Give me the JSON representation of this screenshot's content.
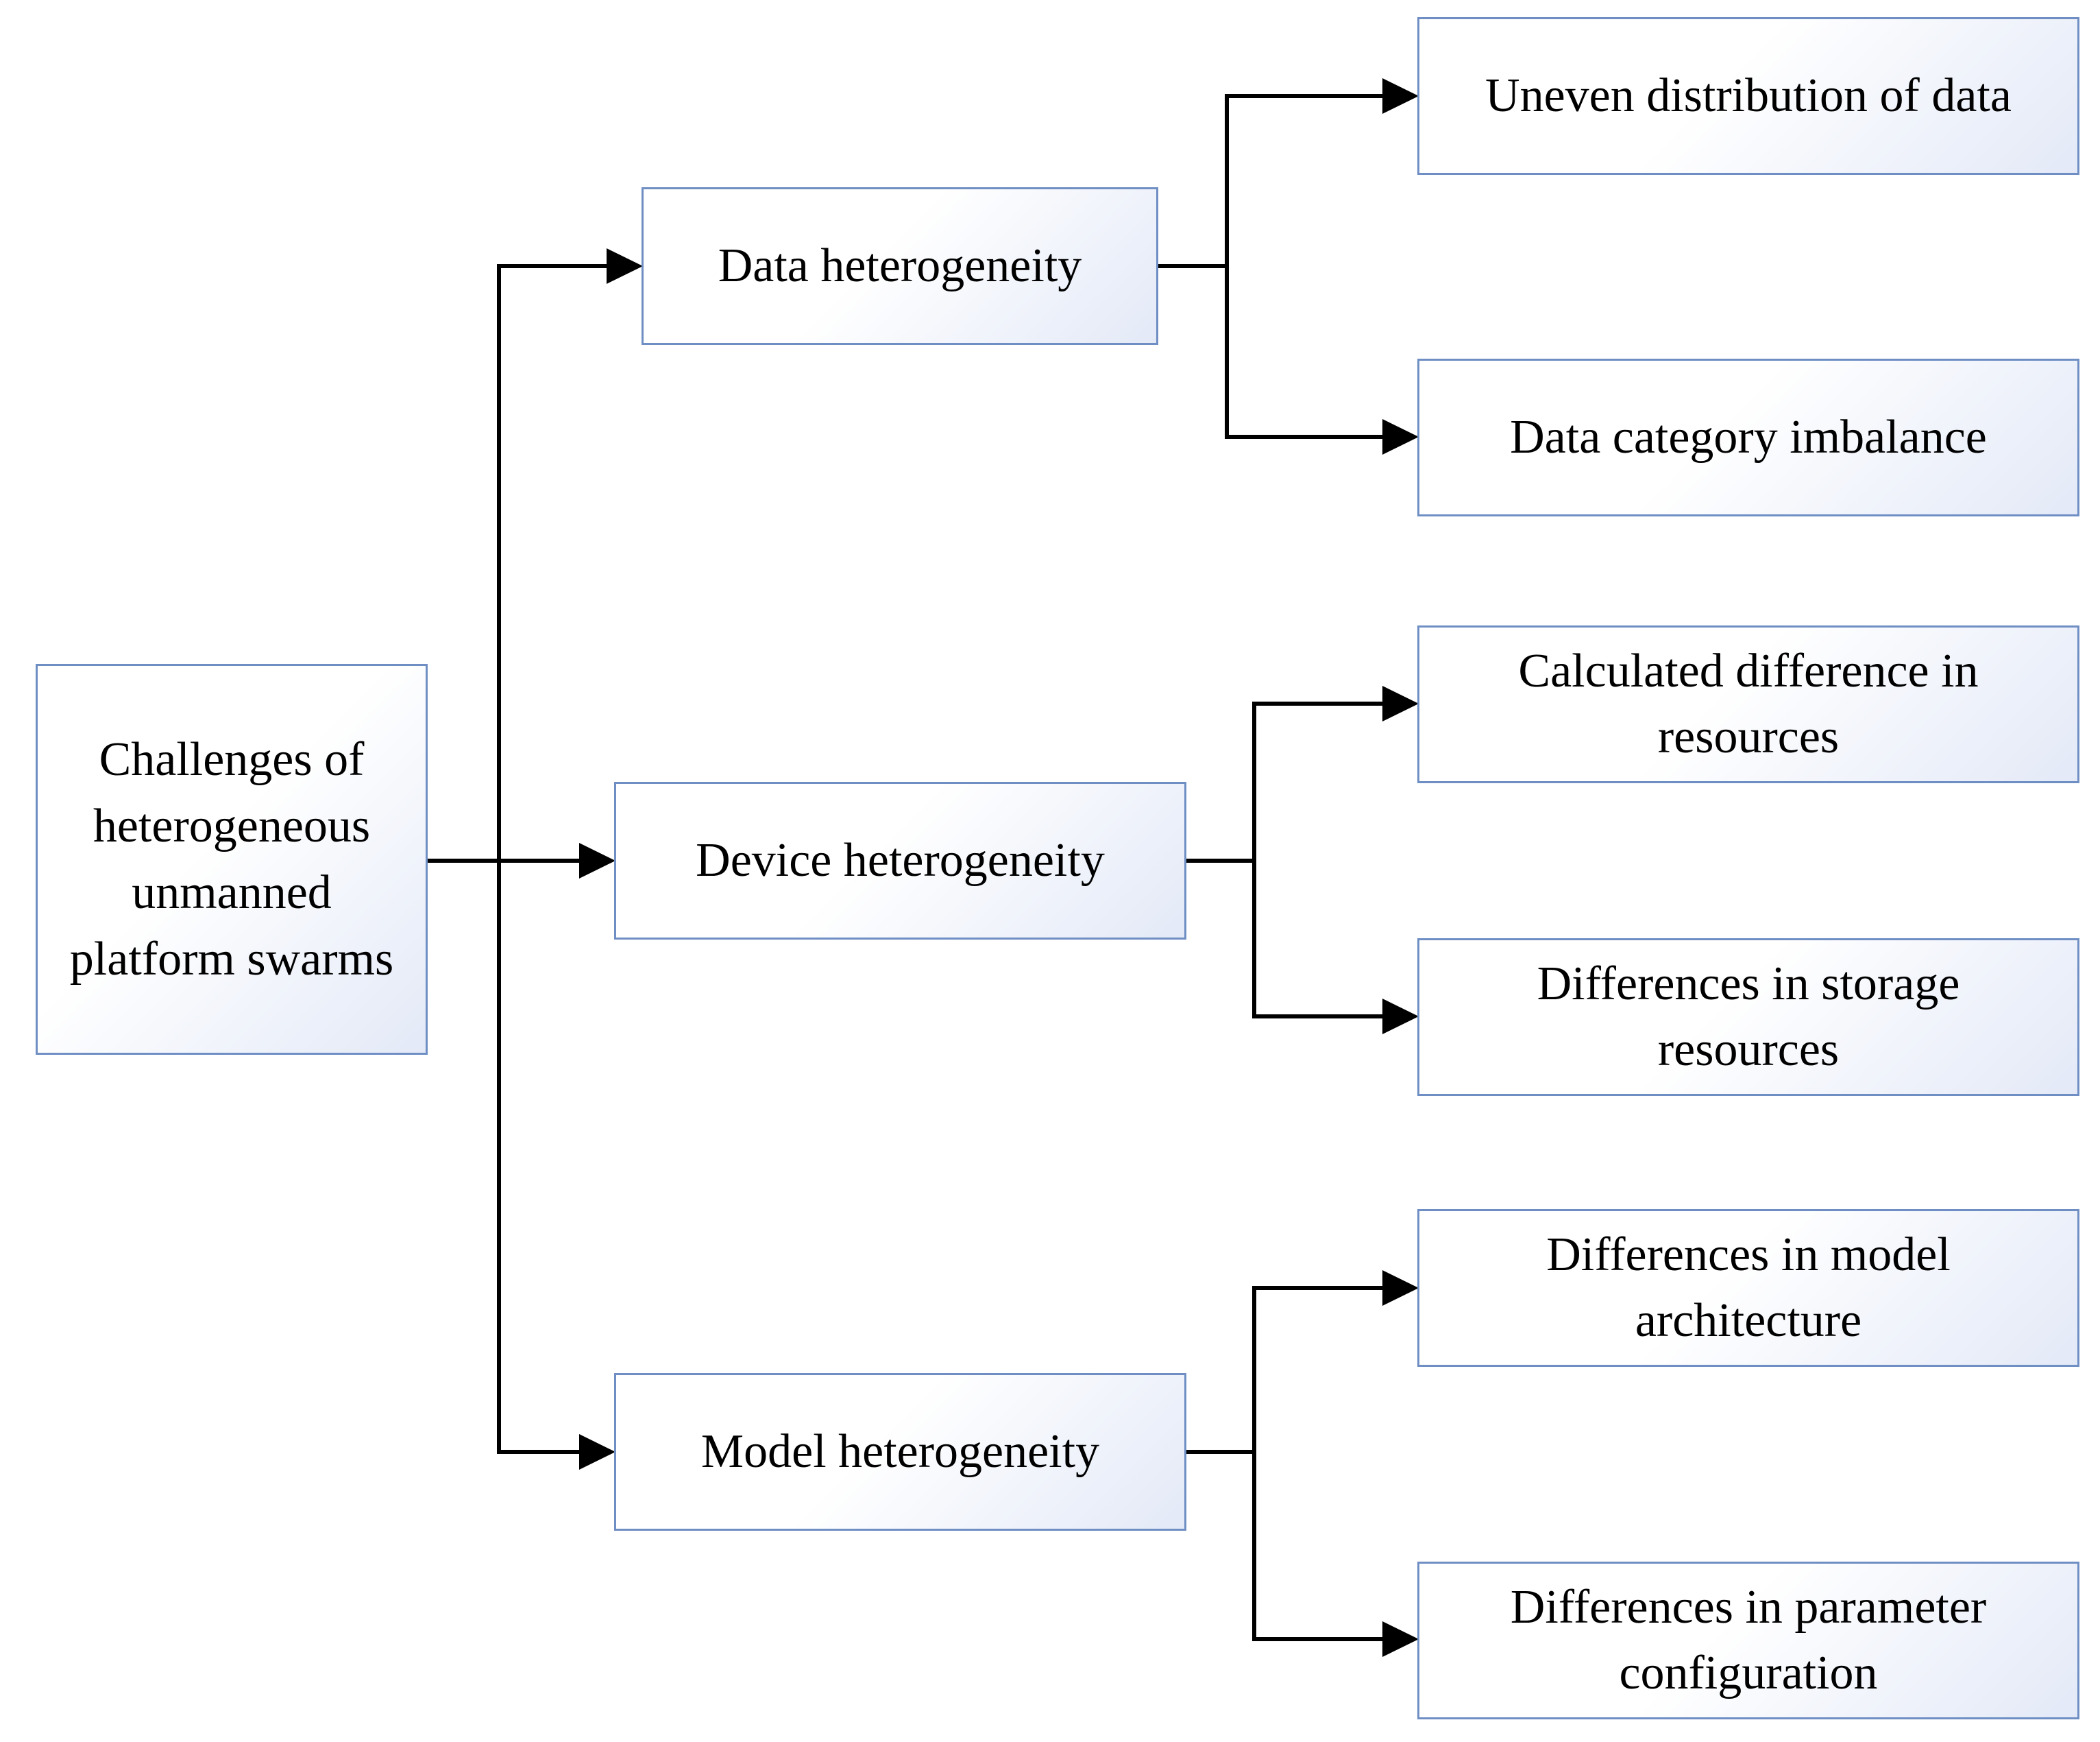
{
  "diagram": {
    "root": {
      "label": "Challenges of heterogeneous unmanned platform swarms"
    },
    "categories": [
      {
        "label": "Data heterogeneity",
        "children": [
          "Uneven distribution of data",
          "Data category imbalance"
        ]
      },
      {
        "label": "Device heterogeneity",
        "children": [
          "Calculated difference in resources",
          "Differences in storage resources"
        ]
      },
      {
        "label": "Model heterogeneity",
        "children": [
          "Differences in model architecture",
          "Differences in parameter configuration"
        ]
      }
    ],
    "colors": {
      "box_border": "#6f8fc4",
      "box_fill_light": "#ffffff",
      "box_fill_shade": "#e3e9f7",
      "connector": "#000000"
    }
  }
}
